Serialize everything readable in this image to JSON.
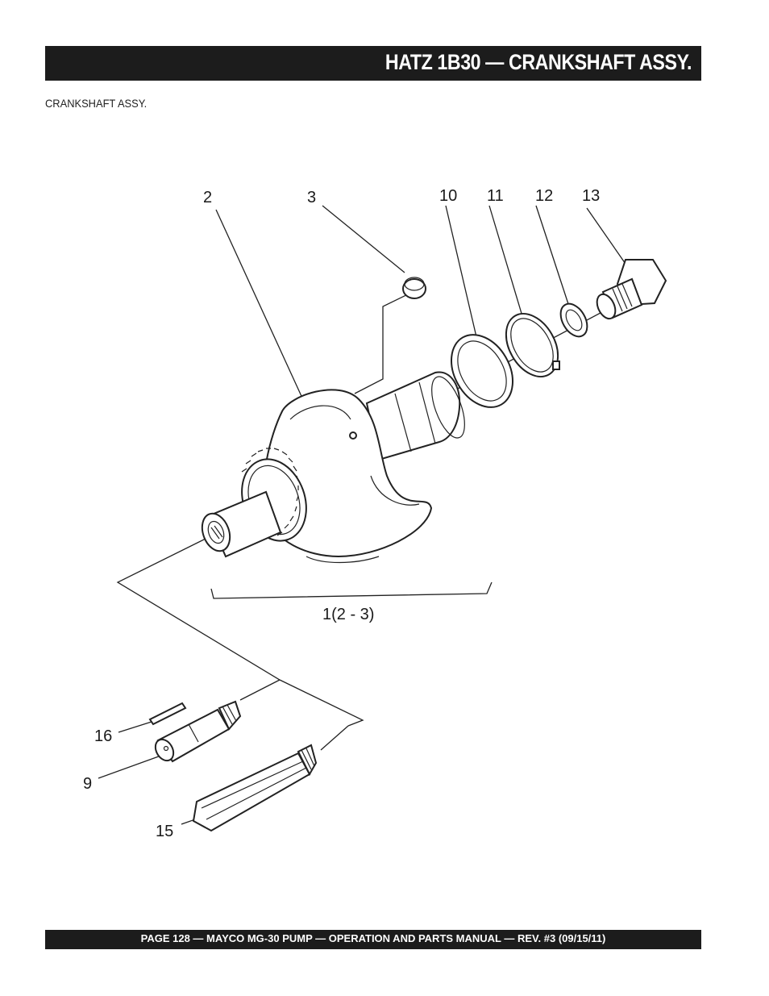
{
  "header": {
    "title": "HATZ 1B30 — CRANKSHAFT ASSY."
  },
  "section": {
    "subtitle": "CRANKSHAFT ASSY."
  },
  "callouts": {
    "c2": "2",
    "c3": "3",
    "c10": "10",
    "c11": "11",
    "c12": "12",
    "c13": "13",
    "assembly": "1(2 - 3)",
    "c16": "16",
    "c9": "9",
    "c15": "15"
  },
  "footer": {
    "text": "PAGE 128 — MAYCO  MG-30 PUMP — OPERATION AND PARTS MANUAL — REV. #3 (09/15/11)"
  }
}
